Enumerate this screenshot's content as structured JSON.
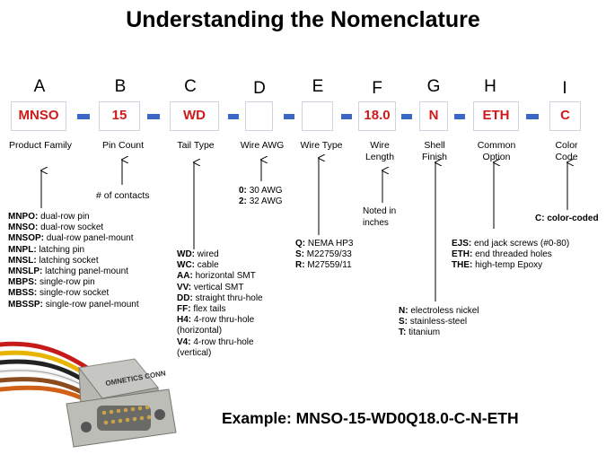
{
  "title": "Understanding the Nomenclature",
  "segments": [
    {
      "letter": "A",
      "code": "MNSO",
      "caption": "Product Family"
    },
    {
      "letter": "B",
      "code": "15",
      "caption": "Pin Count"
    },
    {
      "letter": "C",
      "code": "WD",
      "caption": "Tail Type"
    },
    {
      "letter": "D",
      "code": "",
      "caption": "Wire AWG"
    },
    {
      "letter": "E",
      "code": "",
      "caption": "Wire Type"
    },
    {
      "letter": "F",
      "code": "18.0",
      "caption": "Wire Length"
    },
    {
      "letter": "G",
      "code": "N",
      "caption": "Shell Finish"
    },
    {
      "letter": "H",
      "code": "ETH",
      "caption": "Common Option"
    },
    {
      "letter": "I",
      "code": "C",
      "caption": "Color Code"
    }
  ],
  "notes": {
    "pin_count": "# of contacts",
    "wire_length": "Noted in inches",
    "color_code": "C: color-coded"
  },
  "product_family": [
    {
      "code": "MNPO:",
      "text": "dual-row pin"
    },
    {
      "code": "MNSO:",
      "text": "dual-row socket"
    },
    {
      "code": "MNSOP:",
      "text": "dual-row panel-mount"
    },
    {
      "code": "MNPL:",
      "text": "latching pin"
    },
    {
      "code": "MNSL:",
      "text": "latching socket"
    },
    {
      "code": "MNSLP:",
      "text": "latching panel-mount"
    },
    {
      "code": "MBPS:",
      "text": "single-row pin"
    },
    {
      "code": "MBSS:",
      "text": "single-row socket"
    },
    {
      "code": "MBSSP:",
      "text": "single-row panel-mount"
    }
  ],
  "wire_awg": [
    {
      "code": "0:",
      "text": "30 AWG"
    },
    {
      "code": "2:",
      "text": "32 AWG"
    }
  ],
  "tail_type": [
    {
      "code": "WD:",
      "text": "wired"
    },
    {
      "code": "WC:",
      "text": "cable"
    },
    {
      "code": "AA:",
      "text": "horizontal SMT"
    },
    {
      "code": "VV:",
      "text": "vertical SMT"
    },
    {
      "code": "DD:",
      "text": "straight thru-hole"
    },
    {
      "code": "FF:",
      "text": "flex tails"
    },
    {
      "code": "H4:",
      "text": "4-row thru-hole"
    },
    {
      "code": "",
      "text": "(horizontal)"
    },
    {
      "code": "V4:",
      "text": "4-row thru-hole"
    },
    {
      "code": "",
      "text": "(vertical)"
    }
  ],
  "wire_type": [
    {
      "code": "Q:",
      "text": "NEMA HP3"
    },
    {
      "code": "S:",
      "text": "M22759/33"
    },
    {
      "code": "R:",
      "text": "M27559/11"
    }
  ],
  "shell_finish": [
    {
      "code": "N:",
      "text": "electroless nickel"
    },
    {
      "code": "S:",
      "text": "stainless-steel"
    },
    {
      "code": "T:",
      "text": "titanium"
    }
  ],
  "common_option": [
    {
      "code": "EJS:",
      "text": "end jack screws (#0-80)"
    },
    {
      "code": "ETH:",
      "text": "end threaded holes"
    },
    {
      "code": "THE:",
      "text": "high-temp Epoxy"
    }
  ],
  "connector_label": "OMNETICS CONN",
  "example": "Example: MNSO-15-WD0Q18.0-C-N-ETH",
  "colors": {
    "code_red": "#d01a1a",
    "dash_blue": "#3b67c6",
    "box_border": "#cfd5df"
  }
}
